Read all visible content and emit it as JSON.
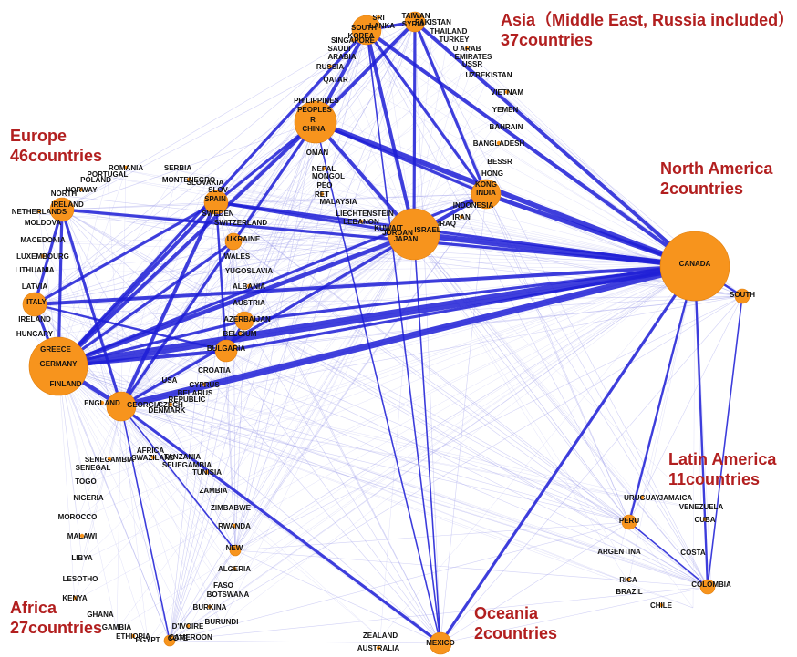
{
  "regions": [
    {
      "key": "asia",
      "name": "Asia（Middle East, Russia included）",
      "count": "37countries"
    },
    {
      "key": "europe",
      "name": "Europe",
      "count": "46countries"
    },
    {
      "key": "north_america",
      "name": "North America",
      "count": "2countries"
    },
    {
      "key": "latin_america",
      "name": "Latin America",
      "count": "11countries"
    },
    {
      "key": "africa",
      "name": "Africa",
      "count": "27countries"
    },
    {
      "key": "oceania",
      "name": "Oceania",
      "count": "2countries"
    }
  ],
  "colors": {
    "node": "#f7941d",
    "edge": "#1f1fd6",
    "faint_edge": "#9a9ae8",
    "region_label": "#b21f1f"
  },
  "nodes": [
    {
      "id": "USA",
      "label": "USA",
      "region": "north_america",
      "weight": 10
    },
    {
      "id": "CANADA",
      "label": "CANADA",
      "region": "north_america",
      "weight": 2
    },
    {
      "id": "GERMANY",
      "label": "GERMANY",
      "region": "europe",
      "weight": 7
    },
    {
      "id": "ENGLAND",
      "label": "ENGLAND",
      "region": "europe",
      "weight": 4
    },
    {
      "id": "ITALY",
      "label": "ITALY",
      "region": "europe",
      "weight": 3
    },
    {
      "id": "IRELAND",
      "label": "IRELAND",
      "region": "europe",
      "weight": 3
    },
    {
      "id": "SPAIN",
      "label": "SPAIN",
      "region": "europe",
      "weight": 3
    },
    {
      "id": "BELGIUM",
      "label": "BELGIUM",
      "region": "europe",
      "weight": 3
    },
    {
      "id": "AUSTRIA",
      "label": "AUSTRIA",
      "region": "europe",
      "weight": 2
    },
    {
      "id": "UKRAINE",
      "label": "UKRAINE",
      "region": "europe",
      "weight": 2
    },
    {
      "id": "ISRAEL",
      "label": "ISRAEL",
      "region": "asia",
      "weight": 8
    },
    {
      "id": "CHINA",
      "label": "CHINA",
      "region": "asia",
      "weight": 6
    },
    {
      "id": "INDIA",
      "label": "INDIA",
      "region": "asia",
      "weight": 4
    },
    {
      "id": "SOUTH_KOREA",
      "label": "SOUTH KOREA",
      "region": "asia",
      "weight": 4
    },
    {
      "id": "TAIWAN",
      "label": "TAIWAN",
      "region": "asia",
      "weight": 3
    },
    {
      "id": "MEXICO",
      "label": "MEXICO",
      "region": "latin_america",
      "weight": 2
    },
    {
      "id": "BRAZIL",
      "label": "BRAZIL",
      "region": "latin_america",
      "weight": 2
    },
    {
      "id": "ALGERIA",
      "label": "ALGERIA",
      "region": "africa",
      "weight": 1
    },
    {
      "id": "EGYPT",
      "label": "EGYPT",
      "region": "africa",
      "weight": 1
    },
    {
      "id": "AUSTRALIA",
      "label": "AUSTRALIA",
      "region": "oceania",
      "weight": 3
    }
  ],
  "labels": [
    "SRI",
    "LANKA",
    "SOUTH",
    "KOREA",
    "TAIWAN",
    "PAKISTAN",
    "SYRIA",
    "THAILAND",
    "TURKEY",
    "U ARAB",
    "EMIRATES",
    "USSR",
    "SINGAPORE",
    "SAUDI",
    "ARABIA",
    "RUSSIA",
    "QATAR",
    "UZBEKISTAN",
    "VIETNAM",
    "YEMEN",
    "BAHRAIN",
    "BANGLADESH",
    "PHILIPPINES",
    "PEOPLES",
    "R",
    "CHINA",
    "OMAN",
    "NEPAL",
    "MONGOL",
    "PEO",
    "RET",
    "MALAYSIA",
    "LIECHTENSTEIN",
    "LEBANON",
    "KUWAIT",
    "JORDAN",
    "JAPAN",
    "ISRAEL",
    "IRAQ",
    "IRAN",
    "INDONESIA",
    "INDIA",
    "KONG",
    "HONG",
    "BESSR",
    "ROMANIA",
    "POLAND",
    "PORTUGAL",
    "NORWAY",
    "NORTH",
    "IRELAND",
    "NETHERLANDS",
    "MOLDOVA",
    "MACEDONIA",
    "LUXEMBOURG",
    "LITHUANIA",
    "LATVIA",
    "ITALY",
    "IRELAND",
    "HUNGARY",
    "GREECE",
    "GERMANY",
    "FINLAND",
    "ENGLAND",
    "GEORGIA",
    "SERBIA",
    "MONTENEGRO",
    "SLOVAKIA",
    "SLOV",
    "SPAIN",
    "SWEDEN",
    "SWITZERLAND",
    "UKRAINE",
    "WALES",
    "YUGOSLAVIA",
    "ALBANIA",
    "AUSTRIA",
    "AZERBAIJAN",
    "BELGIUM",
    "BULGARIA",
    "CROATIA",
    "CYPRUS",
    "BELARUS",
    "REPUBLIC",
    "CZECH",
    "DENMARK",
    "USA",
    "CANADA",
    "SOUTH",
    "AFRICA",
    "SWAZILAND",
    "TANZANIA",
    "SEUEGAMBIA",
    "SENEGAMBIA",
    "SENEGAL",
    "TOGO",
    "TUNISIA",
    "ZAMBIA",
    "ZIMBABWE",
    "RWANDA",
    "NIGERIA",
    "MOROCCO",
    "MALAWI",
    "LIBYA",
    "LESOTHO",
    "KENYA",
    "GHANA",
    "GAMBIA",
    "ETHIOPIA",
    "EGYPT",
    "COTE",
    "D'IVOIRE",
    "CAMEROON",
    "BURUNDI",
    "BURKINA",
    "FASO",
    "BOTSWANA",
    "ALGERIA",
    "NEW",
    "ZEALAND",
    "AUSTRALIA",
    "MEXICO",
    "PERU",
    "URUGUAY",
    "JAMAICA",
    "VENEZUELA",
    "CUBA",
    "ARGENTINA",
    "COSTA",
    "RICA",
    "BRAZIL",
    "COLOMBIA",
    "CHILE"
  ],
  "edges": [
    {
      "from": "USA",
      "to": "GERMANY",
      "weight": 10
    },
    {
      "from": "USA",
      "to": "ENGLAND",
      "weight": 8
    },
    {
      "from": "USA",
      "to": "ISRAEL",
      "weight": 7
    },
    {
      "from": "USA",
      "to": "CHINA",
      "weight": 6
    },
    {
      "from": "USA",
      "to": "INDIA",
      "weight": 5
    },
    {
      "from": "USA",
      "to": "SOUTH_KOREA",
      "weight": 4
    },
    {
      "from": "USA",
      "to": "TAIWAN",
      "weight": 4
    },
    {
      "from": "USA",
      "to": "ITALY",
      "weight": 4
    },
    {
      "from": "USA",
      "to": "IRELAND",
      "weight": 3
    },
    {
      "from": "USA",
      "to": "SPAIN",
      "weight": 3
    },
    {
      "from": "USA",
      "to": "BELGIUM",
      "weight": 3
    },
    {
      "from": "USA",
      "to": "AUSTRALIA",
      "weight": 3
    },
    {
      "from": "USA",
      "to": "MEXICO",
      "weight": 2
    },
    {
      "from": "USA",
      "to": "BRAZIL",
      "weight": 2
    },
    {
      "from": "USA",
      "to": "CANADA",
      "weight": 2
    },
    {
      "from": "USA",
      "to": "AUSTRIA",
      "weight": 3
    },
    {
      "from": "GERMANY",
      "to": "ENGLAND",
      "weight": 5
    },
    {
      "from": "GERMANY",
      "to": "ISRAEL",
      "weight": 5
    },
    {
      "from": "GERMANY",
      "to": "SPAIN",
      "weight": 4
    },
    {
      "from": "GERMANY",
      "to": "CHINA",
      "weight": 4
    },
    {
      "from": "GERMANY",
      "to": "ITALY",
      "weight": 3
    },
    {
      "from": "GERMANY",
      "to": "IRELAND",
      "weight": 3
    },
    {
      "from": "GERMANY",
      "to": "BELGIUM",
      "weight": 4
    },
    {
      "from": "GERMANY",
      "to": "UKRAINE",
      "weight": 3
    },
    {
      "from": "GERMANY",
      "to": "AUSTRIA",
      "weight": 3
    },
    {
      "from": "GERMANY",
      "to": "INDIA",
      "weight": 3
    },
    {
      "from": "GERMANY",
      "to": "SOUTH_KOREA",
      "weight": 3
    },
    {
      "from": "ENGLAND",
      "to": "SPAIN",
      "weight": 4
    },
    {
      "from": "ENGLAND",
      "to": "CHINA",
      "weight": 3
    },
    {
      "from": "ENGLAND",
      "to": "ISRAEL",
      "weight": 3
    },
    {
      "from": "ENGLAND",
      "to": "AUSTRALIA",
      "weight": 3
    },
    {
      "from": "ENGLAND",
      "to": "IRELAND",
      "weight": 3
    },
    {
      "from": "ENGLAND",
      "to": "ALGERIA",
      "weight": 1
    },
    {
      "from": "ENGLAND",
      "to": "EGYPT",
      "weight": 1
    },
    {
      "from": "ISRAEL",
      "to": "CHINA",
      "weight": 4
    },
    {
      "from": "ISRAEL",
      "to": "INDIA",
      "weight": 4
    },
    {
      "from": "ISRAEL",
      "to": "SOUTH_KOREA",
      "weight": 4
    },
    {
      "from": "ISRAEL",
      "to": "TAIWAN",
      "weight": 3
    },
    {
      "from": "ISRAEL",
      "to": "SPAIN",
      "weight": 3
    },
    {
      "from": "ISRAEL",
      "to": "AUSTRALIA",
      "weight": 1
    },
    {
      "from": "CHINA",
      "to": "SOUTH_KOREA",
      "weight": 4
    },
    {
      "from": "CHINA",
      "to": "TAIWAN",
      "weight": 4
    },
    {
      "from": "CHINA",
      "to": "INDIA",
      "weight": 3
    },
    {
      "from": "CHINA",
      "to": "SPAIN",
      "weight": 3
    },
    {
      "from": "SOUTH_KOREA",
      "to": "TAIWAN",
      "weight": 3
    },
    {
      "from": "SOUTH_KOREA",
      "to": "INDIA",
      "weight": 3
    },
    {
      "from": "TAIWAN",
      "to": "INDIA",
      "weight": 3
    },
    {
      "from": "SPAIN",
      "to": "ITALY",
      "weight": 3
    },
    {
      "from": "SPAIN",
      "to": "BELGIUM",
      "weight": 2
    },
    {
      "from": "BELGIUM",
      "to": "ITALY",
      "weight": 2
    },
    {
      "from": "MEXICO",
      "to": "BRAZIL",
      "weight": 1
    },
    {
      "from": "CANADA",
      "to": "BRAZIL",
      "weight": 1
    },
    {
      "from": "AUSTRALIA",
      "to": "CHINA",
      "weight": 1
    },
    {
      "from": "AUSTRALIA",
      "to": "SOUTH_KOREA",
      "weight": 1
    },
    {
      "from": "ITALY",
      "to": "IRELAND",
      "weight": 3
    },
    {
      "from": "AUSTRIA",
      "to": "BELGIUM",
      "weight": 2
    }
  ]
}
